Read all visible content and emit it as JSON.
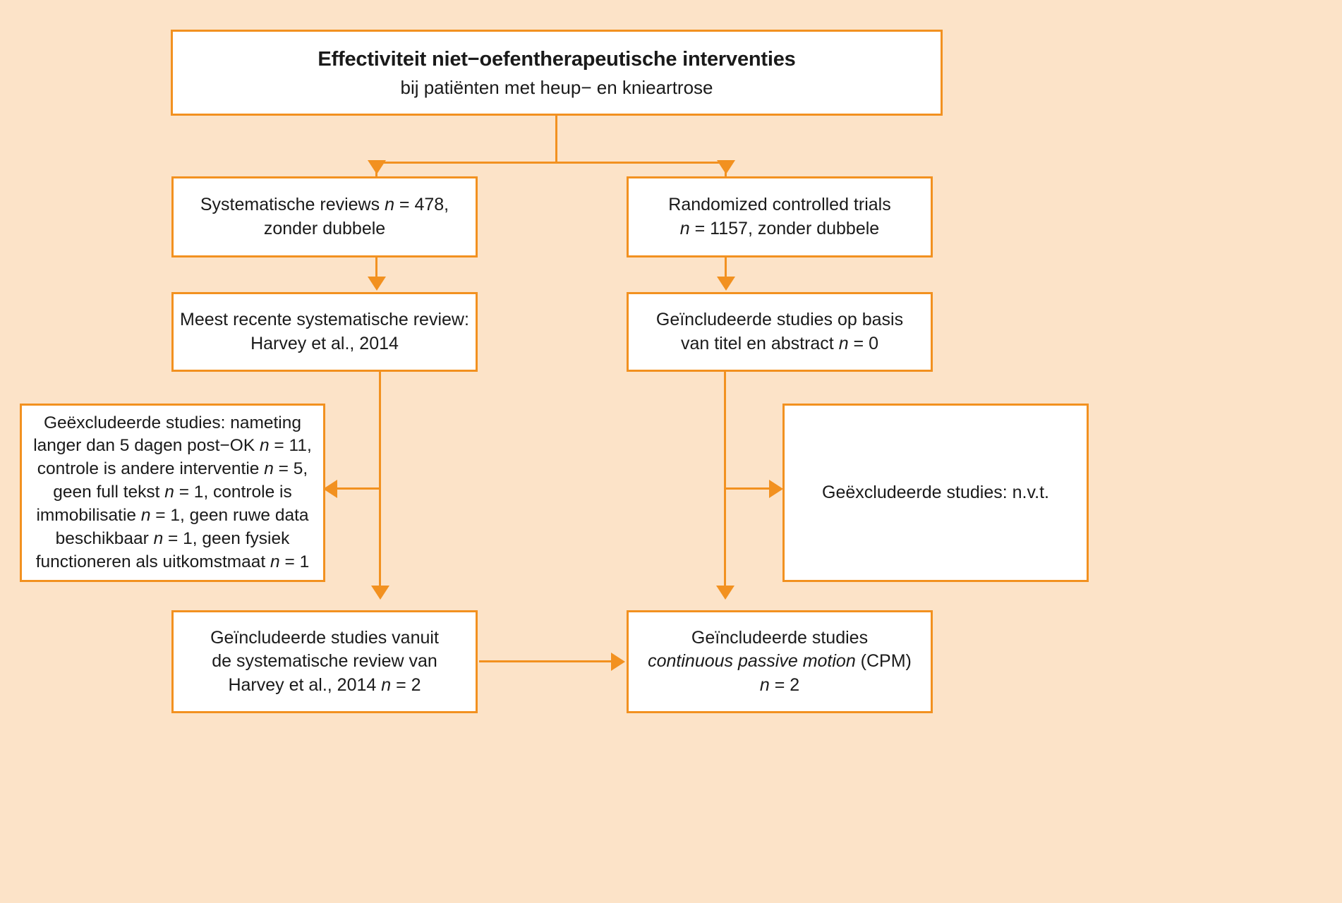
{
  "diagram": {
    "type": "flowchart",
    "background_color": "#fce3c8",
    "box_fill_color": "#ffffff",
    "accent_color": "#f29120",
    "text_color": "#1a1a1a"
  },
  "title_box": {
    "heading": "Effectiviteit niet−oefentherapeutische interventies",
    "subheading": "bij patiënten met heup− en knieartrose"
  },
  "left_branch": {
    "sources_box": {
      "line1_a": "Systematische reviews ",
      "line1_n": "n",
      "line1_b": " = 478,",
      "line2": "zonder dubbele"
    },
    "recent_review_box": {
      "line1": "Meest recente systematische review:",
      "line2": "Harvey et al., 2014"
    },
    "excluded_box": {
      "l1_a": "Geëxcludeerde studies: nameting",
      "l2_a": "langer dan 5 dagen post−OK ",
      "l2_n": "n",
      "l2_b": " = 11,",
      "l3_a": "controle is andere interventie ",
      "l3_n": "n",
      "l3_b": " = 5,",
      "l4_a": "geen full tekst ",
      "l4_n": "n",
      "l4_b": " = 1, controle is",
      "l5_a": "immobilisatie ",
      "l5_n": "n",
      "l5_b": " = 1, geen ruwe data",
      "l6_a": "beschikbaar ",
      "l6_n": "n",
      "l6_b": " = 1, geen fysiek",
      "l7_a": "functioneren als uitkomstmaat ",
      "l7_n": "n",
      "l7_b": " = 1"
    },
    "included_box": {
      "line1": "Geïncludeerde studies vanuit",
      "line2": "de systematische review van",
      "line3_a": "Harvey et al., 2014 ",
      "line3_n": "n",
      "line3_b": " = 2"
    }
  },
  "right_branch": {
    "sources_box": {
      "line1": "Randomized controlled trials",
      "line2_n": "n",
      "line2_b": " = 1157, zonder dubbele"
    },
    "screened_box": {
      "line1": "Geïncludeerde studies op basis",
      "line2_a": "van titel en abstract ",
      "line2_n": "n",
      "line2_b": " = 0"
    },
    "excluded_box": {
      "line1": "Geëxcludeerde studies: n.v.t."
    },
    "included_box": {
      "line1": "Geïncludeerde studies",
      "line2_it": "continuous passive motion",
      "line2_b": " (CPM)",
      "line3_n": "n",
      "line3_b": " = 2"
    }
  }
}
